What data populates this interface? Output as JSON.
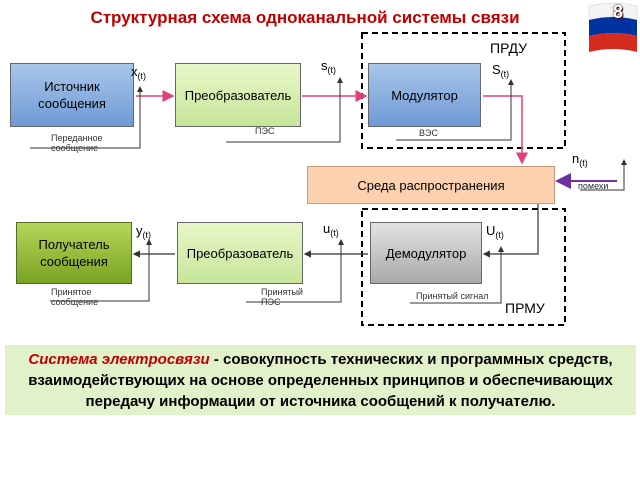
{
  "title": "Структурная схема одноканальной  системы связи",
  "page_number": "8",
  "blocks": {
    "source": "Источник сообщения",
    "converter_top": "Преобразователь",
    "modulator": "Модулятор",
    "medium": "Среда распространения",
    "receiver": "Получатель сообщения",
    "converter_bottom": "Преобразователь",
    "demodulator": "Демодулятор"
  },
  "groups": {
    "transmitter": "ПРДУ",
    "receiver": "ПРМУ"
  },
  "signals": {
    "x": {
      "base": "x",
      "sub": "(t)"
    },
    "s": {
      "base": "s",
      "sub": "(t)"
    },
    "S": {
      "base": "S",
      "sub": "(t)"
    },
    "n": {
      "base": "n",
      "sub": "(t)"
    },
    "y": {
      "base": "y",
      "sub": "(t)"
    },
    "u": {
      "base": "u",
      "sub": "(t)"
    },
    "U": {
      "base": "U",
      "sub": "(t)"
    }
  },
  "annotations": {
    "transmitted_message": "Переданное сообщение",
    "pes": "ПЭС",
    "ves": "ВЭС",
    "noise": "помехи",
    "received_message": "Принятое сообщение",
    "received_pes": "Принятый ПЭС",
    "received_signal": "Принятый сигнал"
  },
  "definition": {
    "term": "Система электросвязи",
    "text": " - совокупность технических и программных средств, взаимодействующих на основе определенных принципов и обеспечивающих передачу информации от источника сообщений к получателю."
  },
  "colors": {
    "title": "#c00000",
    "signal_arrow": "#e0407a",
    "noise_arrow": "#7030a0",
    "flag": [
      "#ffffff",
      "#0033a0",
      "#d52b1e"
    ]
  }
}
